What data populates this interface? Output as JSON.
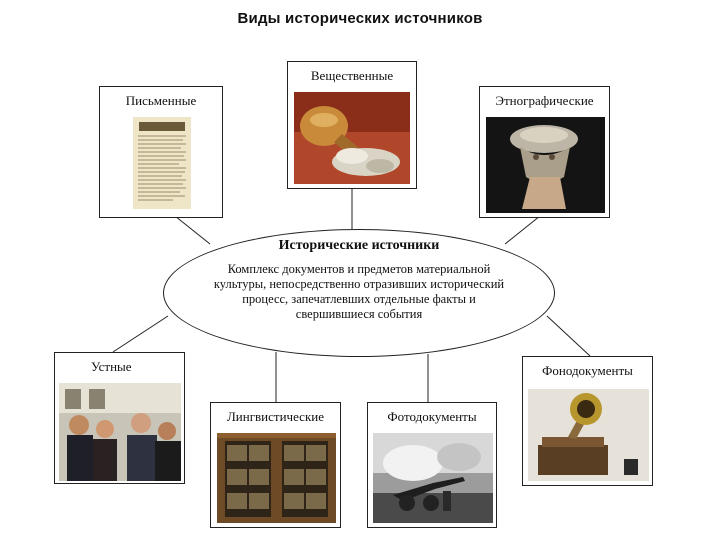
{
  "title": "Виды исторических источников",
  "center": {
    "title": "Исторические источники",
    "description": "Комплекс документов и предметов материальной культуры, непосредственно отразивших исторический процесс, запечатлевших отдельные факты и свершившиеся события"
  },
  "sources": [
    {
      "label": "Письменные",
      "image": "manuscript-page"
    },
    {
      "label": "Вещественные",
      "image": "vessel-with-coins"
    },
    {
      "label": "Этнографические",
      "image": "ethnographic-headdress"
    },
    {
      "label": "Устные",
      "image": "people-group"
    },
    {
      "label": "Лингвистические",
      "image": "bookcase"
    },
    {
      "label": "Фотодокументы",
      "image": "war-photograph"
    },
    {
      "label": "Фонодокументы",
      "image": "gramophone"
    }
  ]
}
